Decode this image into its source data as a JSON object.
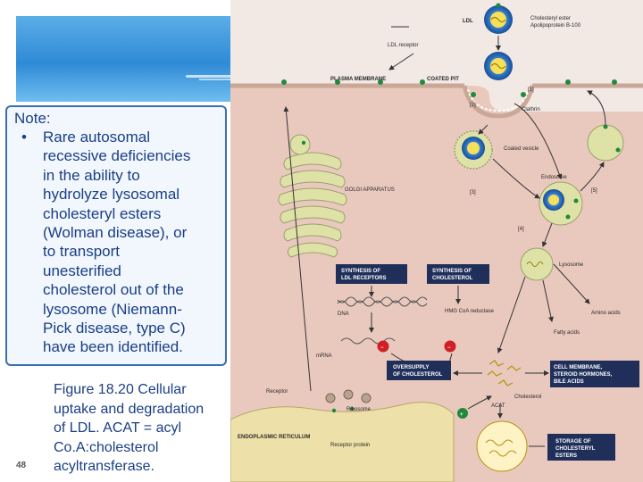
{
  "slide": {
    "number": "48",
    "note_title": "Note:",
    "note_lines": [
      "Rare autosomal",
      "recessive deficiencies",
      "in the ability to",
      "hydrolyze lysosomal",
      "cholesteryl esters",
      "(Wolman disease), or",
      "to transport",
      "unesterified",
      "cholesterol out of the",
      "lysosome (Niemann-",
      "Pick disease, type C)",
      "have been identified."
    ],
    "caption_lines": [
      "Figure 18.20 Cellular",
      "uptake and degradation",
      "of LDL. ACAT = acyl",
      "Co.A:cholesterol",
      "acyltransferase."
    ]
  },
  "diagram": {
    "ldl": "LDL",
    "cholesteryl_ester": "Cholesteryl ester",
    "apolipoprotein": "Apolipoprotein B-100",
    "ldl_receptor": "LDL receptor",
    "plasma_membrane": "PLASMA MEMBRANE",
    "coated_pit": "COATED PIT",
    "step1": "[1]",
    "step2": "[2]",
    "step3": "[3]",
    "step4": "[4]",
    "step5": "[5]",
    "clathrin": "Clathrin",
    "coated_vesicle": "Coated vesicle",
    "endosome": "Endosome",
    "golgi": "GOLGI APPARATUS",
    "synth_receptors_1": "SYNTHESIS OF",
    "synth_receptors_2": "LDL RECEPTORS",
    "synth_chol_1": "SYNTHESIS OF",
    "synth_chol_2": "CHOLESTEROL",
    "lysosome": "Lysosome",
    "dna": "DNA",
    "hmg_coa": "HMG CoA reductase",
    "amino_acids": "Amino acids",
    "fatty_acids": "Fatty acids",
    "mrna": "mRNA",
    "oversupply_1": "OVERSUPPLY",
    "oversupply_2": "OF CHOLESTEROL",
    "cell_membrane_1": "CELL MEMBRANE,",
    "cell_membrane_2": "STEROID HORMONES,",
    "cell_membrane_3": "BILE ACIDS",
    "receptor": "Receptor",
    "ribosome": "Ribosome",
    "cholesterol": "Cholesterol",
    "acat": "ACAT",
    "er": "ENDOPLASMIC RETICULUM",
    "receptor_protein": "Receptor protein",
    "storage_1": "STORAGE OF",
    "storage_2": "CHOLESTERYL",
    "storage_3": "ESTERS",
    "minus": "−",
    "plus": "+"
  },
  "colors": {
    "accent": "#1a3e86",
    "cell_bg": "#e9c9bd",
    "membrane": "#c9a898",
    "vesicle_fill": "#dfe2a6",
    "receptor_green": "#1f8a3a",
    "box_navy": "#1f2f5a",
    "inhibit_red": "#d11f26",
    "ldl_blue": "#2b6fc0"
  }
}
